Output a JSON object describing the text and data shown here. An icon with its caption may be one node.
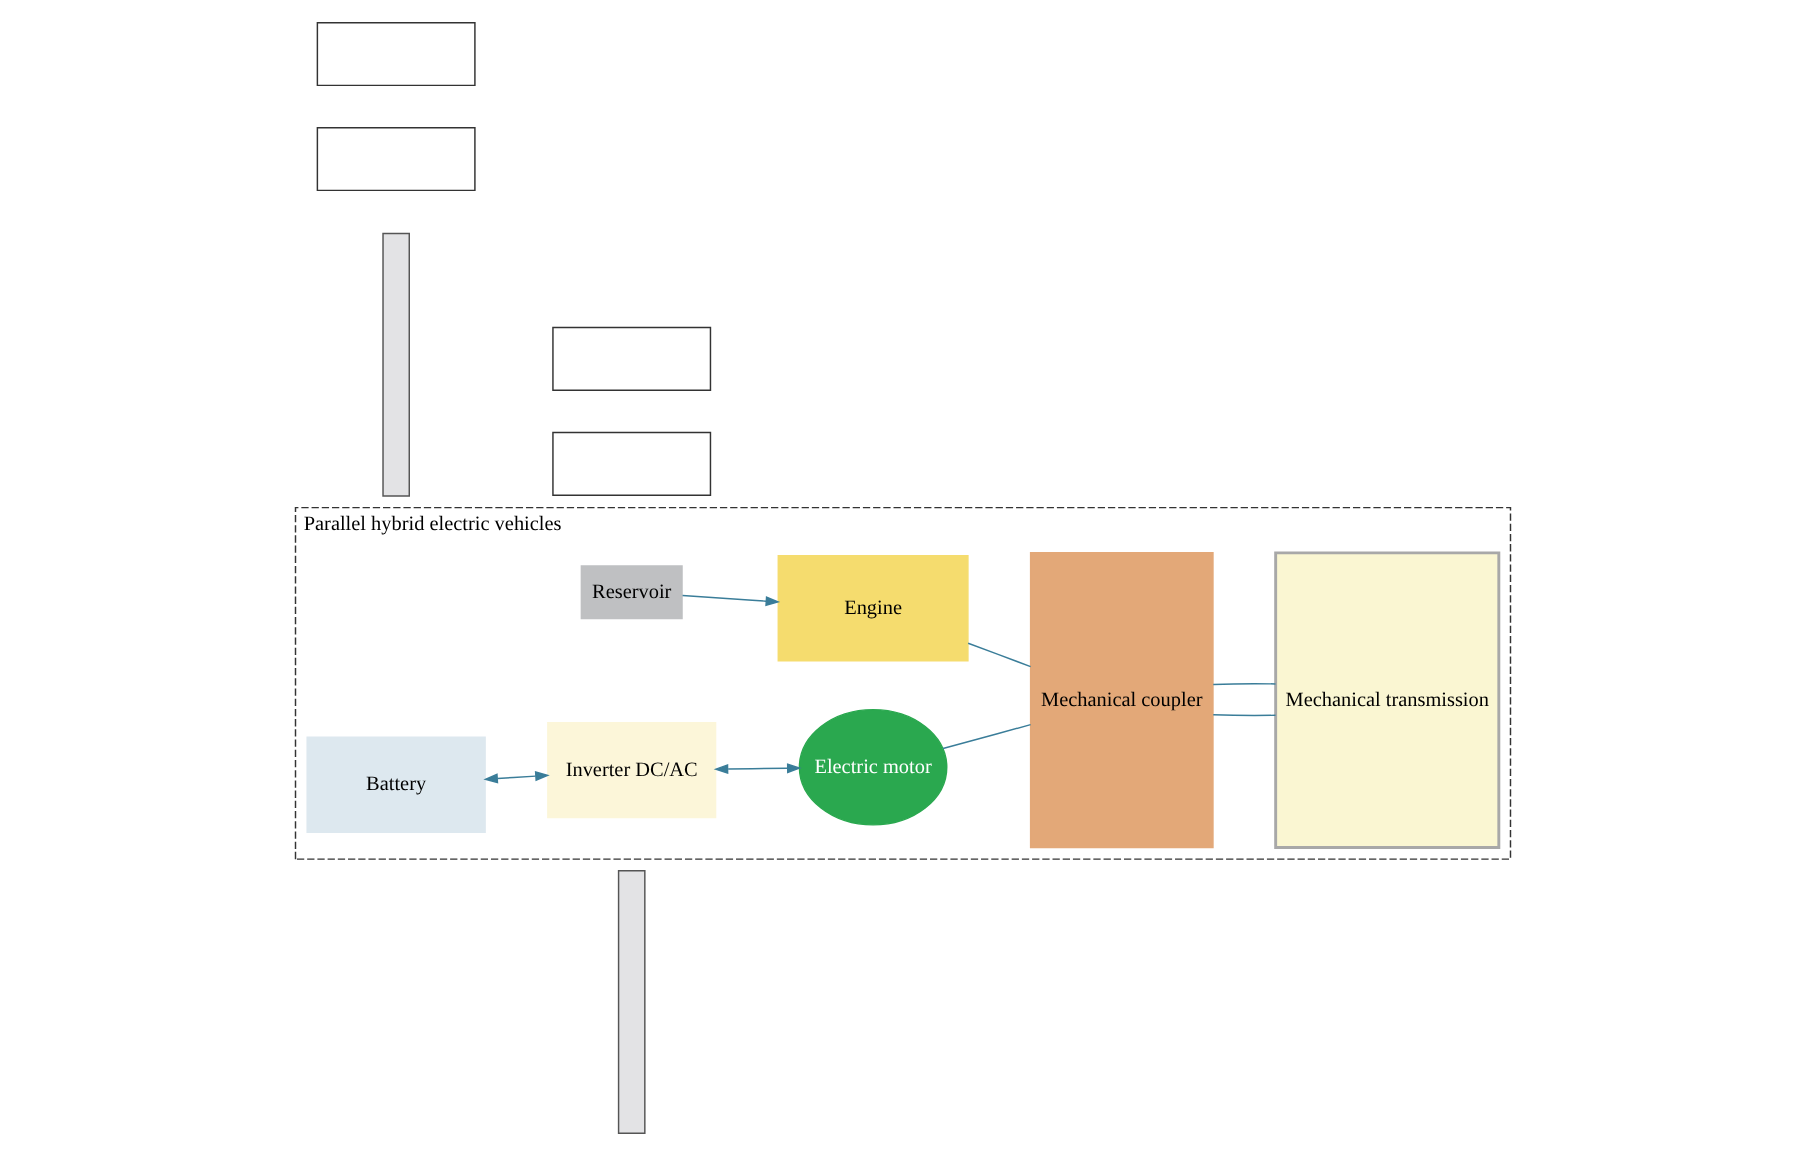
{
  "diagram": {
    "nodes": [
      {
        "text": [
          "Parallel hybrid electric vehicles"
        ]
      },
      {
        "text": [
          "Reservoir"
        ],
        "in": 0
      },
      {
        "text": [
          "Engine"
        ],
        "in": 0
      },
      {
        "text": [
          "Inverter DC/AC"
        ],
        "in": 0
      },
      {
        "text": [
          "Electric motor"
        ],
        "in": 0
      },
      {
        "text": [
          "Mechanical coupler"
        ],
        "in": 0
      },
      {
        "text": [
          "Mechanical transmission"
        ],
        "in": 0
      },
      {
        "text": [
          "Battery"
        ],
        "in": 0
      },
      {
        "text": [],
        "shape": "box"
      },
      {
        "text": [],
        "shape": "box"
      },
      {
        "text": [],
        "shape": "box"
      },
      {
        "text": [],
        "shape": "box"
      },
      {
        "text": [],
        "shape": "bar"
      },
      {
        "text": [],
        "shape": "bar"
      }
    ],
    "edges": [
      {
        "from": 1,
        "to": 2,
        "arrow": "to"
      },
      {
        "from": 2,
        "to": 5,
        "arrow": "none"
      },
      {
        "from": 5,
        "to": 6,
        "arrow": "none"
      },
      {
        "from": 7,
        "to": 3,
        "arrow": "both"
      },
      {
        "from": 3,
        "to": 4,
        "arrow": "both"
      },
      {
        "from": 4,
        "to": 5,
        "arrow": "none"
      },
      {
        "from": 5,
        "to": 6,
        "arrow": "none"
      }
    ]
  }
}
